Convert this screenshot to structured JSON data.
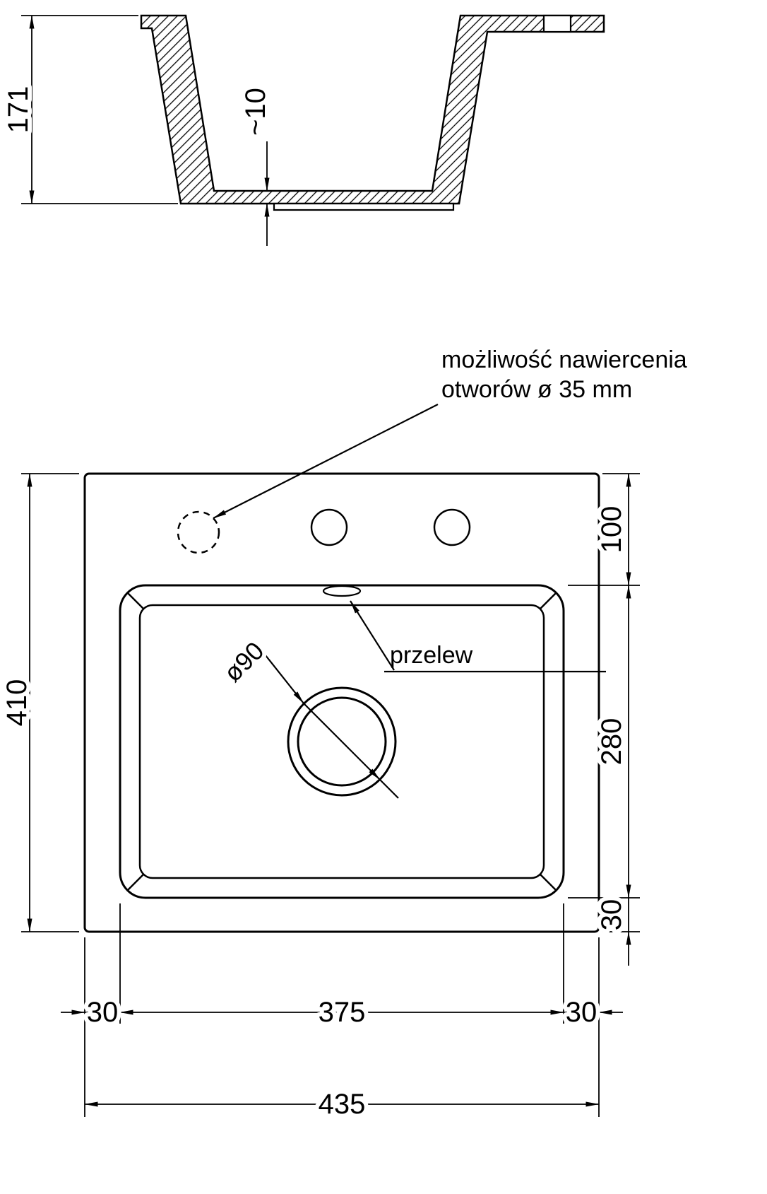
{
  "colors": {
    "line": "#000000",
    "background": "#ffffff"
  },
  "cross_section": {
    "height": "171",
    "bottom_thickness": "~10"
  },
  "top_view": {
    "total_width": "435",
    "total_height": "410",
    "basin_width": "375",
    "left_margin": "30",
    "right_margin": "30",
    "deck_offset": "100",
    "basin_length": "280",
    "bottom_margin": "30",
    "drain_diameter": "ø90",
    "overflow_label": "przelew"
  },
  "annotations": {
    "drill_note_line1": "możliwość nawiercenia",
    "drill_note_line2": "otworów ø 35 mm"
  }
}
